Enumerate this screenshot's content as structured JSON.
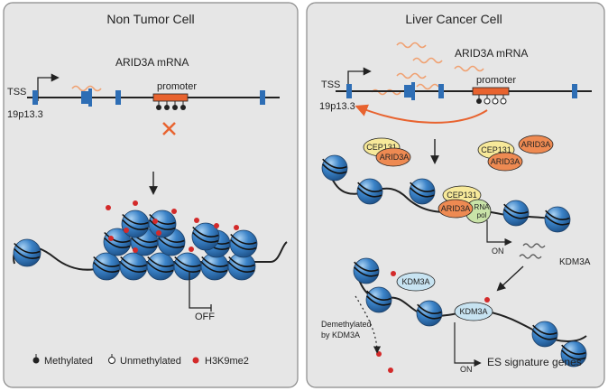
{
  "left_panel": {
    "title": "Non Tumor Cell",
    "mrna_label": "ARID3A mRNA",
    "tss_label": "TSS",
    "locus_label": "19p13.3",
    "promoter_label": "promoter",
    "off_label": "OFF"
  },
  "right_panel": {
    "title": "Liver Cancer Cell",
    "mrna_label": "ARID3A mRNA",
    "tss_label": "TSS",
    "locus_label": "19p13.3",
    "promoter_label": "promoter",
    "cep131_label": "CEP131",
    "arid3a_label": "ARID3A",
    "rna_pol_line1": "RNA",
    "rna_pol_line2": "pol",
    "on_label": "ON",
    "kdm3a_label": "KDM3A",
    "demethylated_line1": "Demethylated",
    "demethylated_line2": "by KDM3A",
    "es_label": "ES signature genes"
  },
  "legend": {
    "methylated": "Methylated",
    "unmethylated": "Unmethylated",
    "h3k9me2": "H3K9me2"
  },
  "colors": {
    "panel_bg": "#e6e6e6",
    "panel_border": "#8a8a8a",
    "nucleosome": "#3b83c8",
    "gene_block": "#2e6eb5",
    "promoter": "#e8632f",
    "mrna_wave": "#f0a070",
    "h3k9me2_mark": "#d32a2a",
    "cep131": "#f7e99a",
    "arid3a": "#ee8a52",
    "rna_pol": "#c9e3a8",
    "kdm3a": "#c7e3f1"
  }
}
